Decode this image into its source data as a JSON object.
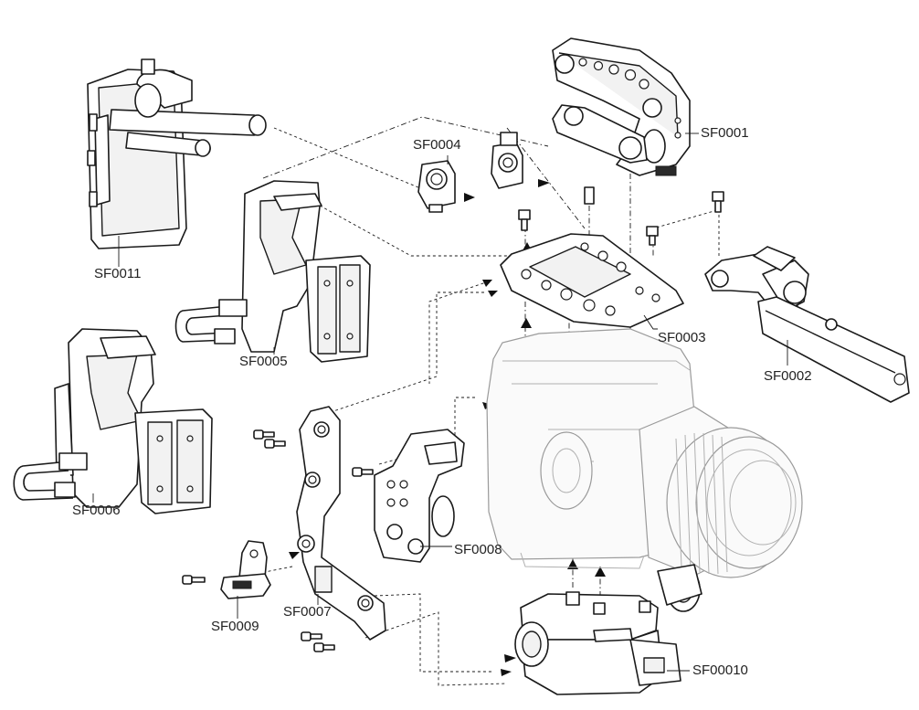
{
  "labels": {
    "sf0001": "SF0001",
    "sf0002": "SF0002",
    "sf0003": "SF0003",
    "sf0004": "SF0004",
    "sf0005": "SF0005",
    "sf0006": "SF0006",
    "sf0007": "SF0007",
    "sf0008": "SF0008",
    "sf0009": "SF0009",
    "sf0010": "SF00010",
    "sf0011": "SF0011"
  }
}
